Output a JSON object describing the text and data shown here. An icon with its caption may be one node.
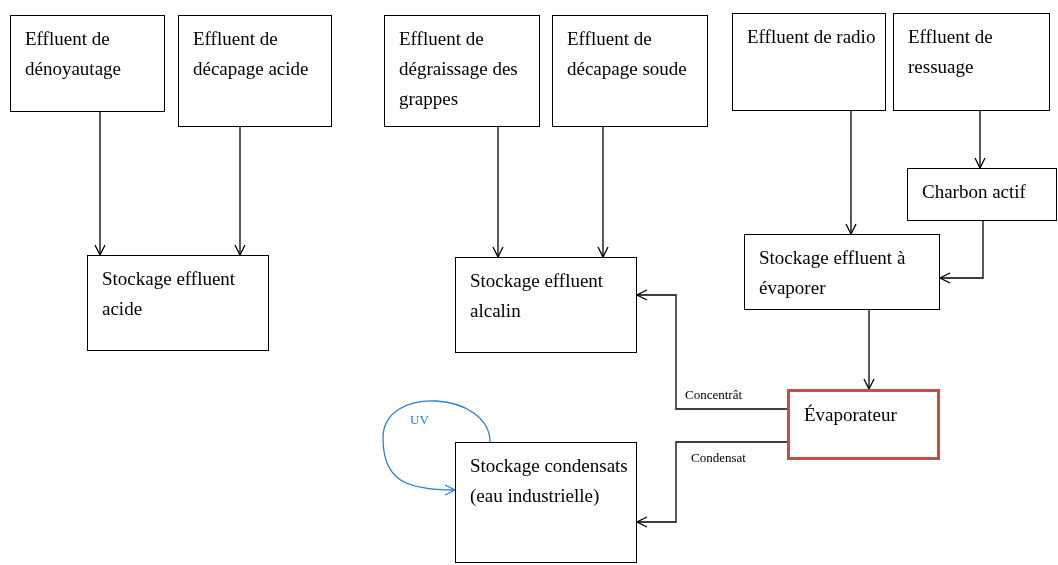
{
  "diagram": {
    "nodes": [
      {
        "text": [
          "Effluent de dénoyautage"
        ]
      },
      {
        "text": [
          "Effluent de décapage acide"
        ]
      },
      {
        "text": [
          "Effluent de dégraissage des grappes"
        ]
      },
      {
        "text": [
          "Effluent de décapage soude"
        ]
      },
      {
        "text": [
          "Effluent de radio"
        ]
      },
      {
        "text": [
          "Effluent de ressuage"
        ]
      },
      {
        "text": [
          "Stockage effluent acide"
        ]
      },
      {
        "text": [
          "Stockage effluent alcalin"
        ]
      },
      {
        "text": [
          "Charbon actif"
        ]
      },
      {
        "text": [
          "Stockage effluent à évaporer"
        ]
      },
      {
        "text": [
          "Évaporateur"
        ]
      },
      {
        "text": [
          "Stockage condensats (eau industrielle)"
        ]
      }
    ],
    "edges": [
      {
        "from": 0,
        "to": 6,
        "arrow": "to"
      },
      {
        "from": 1,
        "to": 6,
        "arrow": "to"
      },
      {
        "from": 2,
        "to": 7,
        "arrow": "to"
      },
      {
        "from": 3,
        "to": 7,
        "arrow": "to"
      },
      {
        "from": 4,
        "to": 9,
        "arrow": "to"
      },
      {
        "from": 5,
        "to": 8,
        "arrow": "to"
      },
      {
        "from": 8,
        "to": 9,
        "arrow": "to"
      },
      {
        "from": 9,
        "to": 10,
        "arrow": "to"
      },
      {
        "from": 10,
        "to": 7,
        "arrow": "to",
        "label": "Concentrât"
      },
      {
        "from": 10,
        "to": 11,
        "arrow": "to",
        "label": "Condensat"
      },
      {
        "from": 11,
        "to": 11,
        "arrow": "to",
        "label": "UV",
        "color": "#2b7fd0"
      }
    ]
  }
}
